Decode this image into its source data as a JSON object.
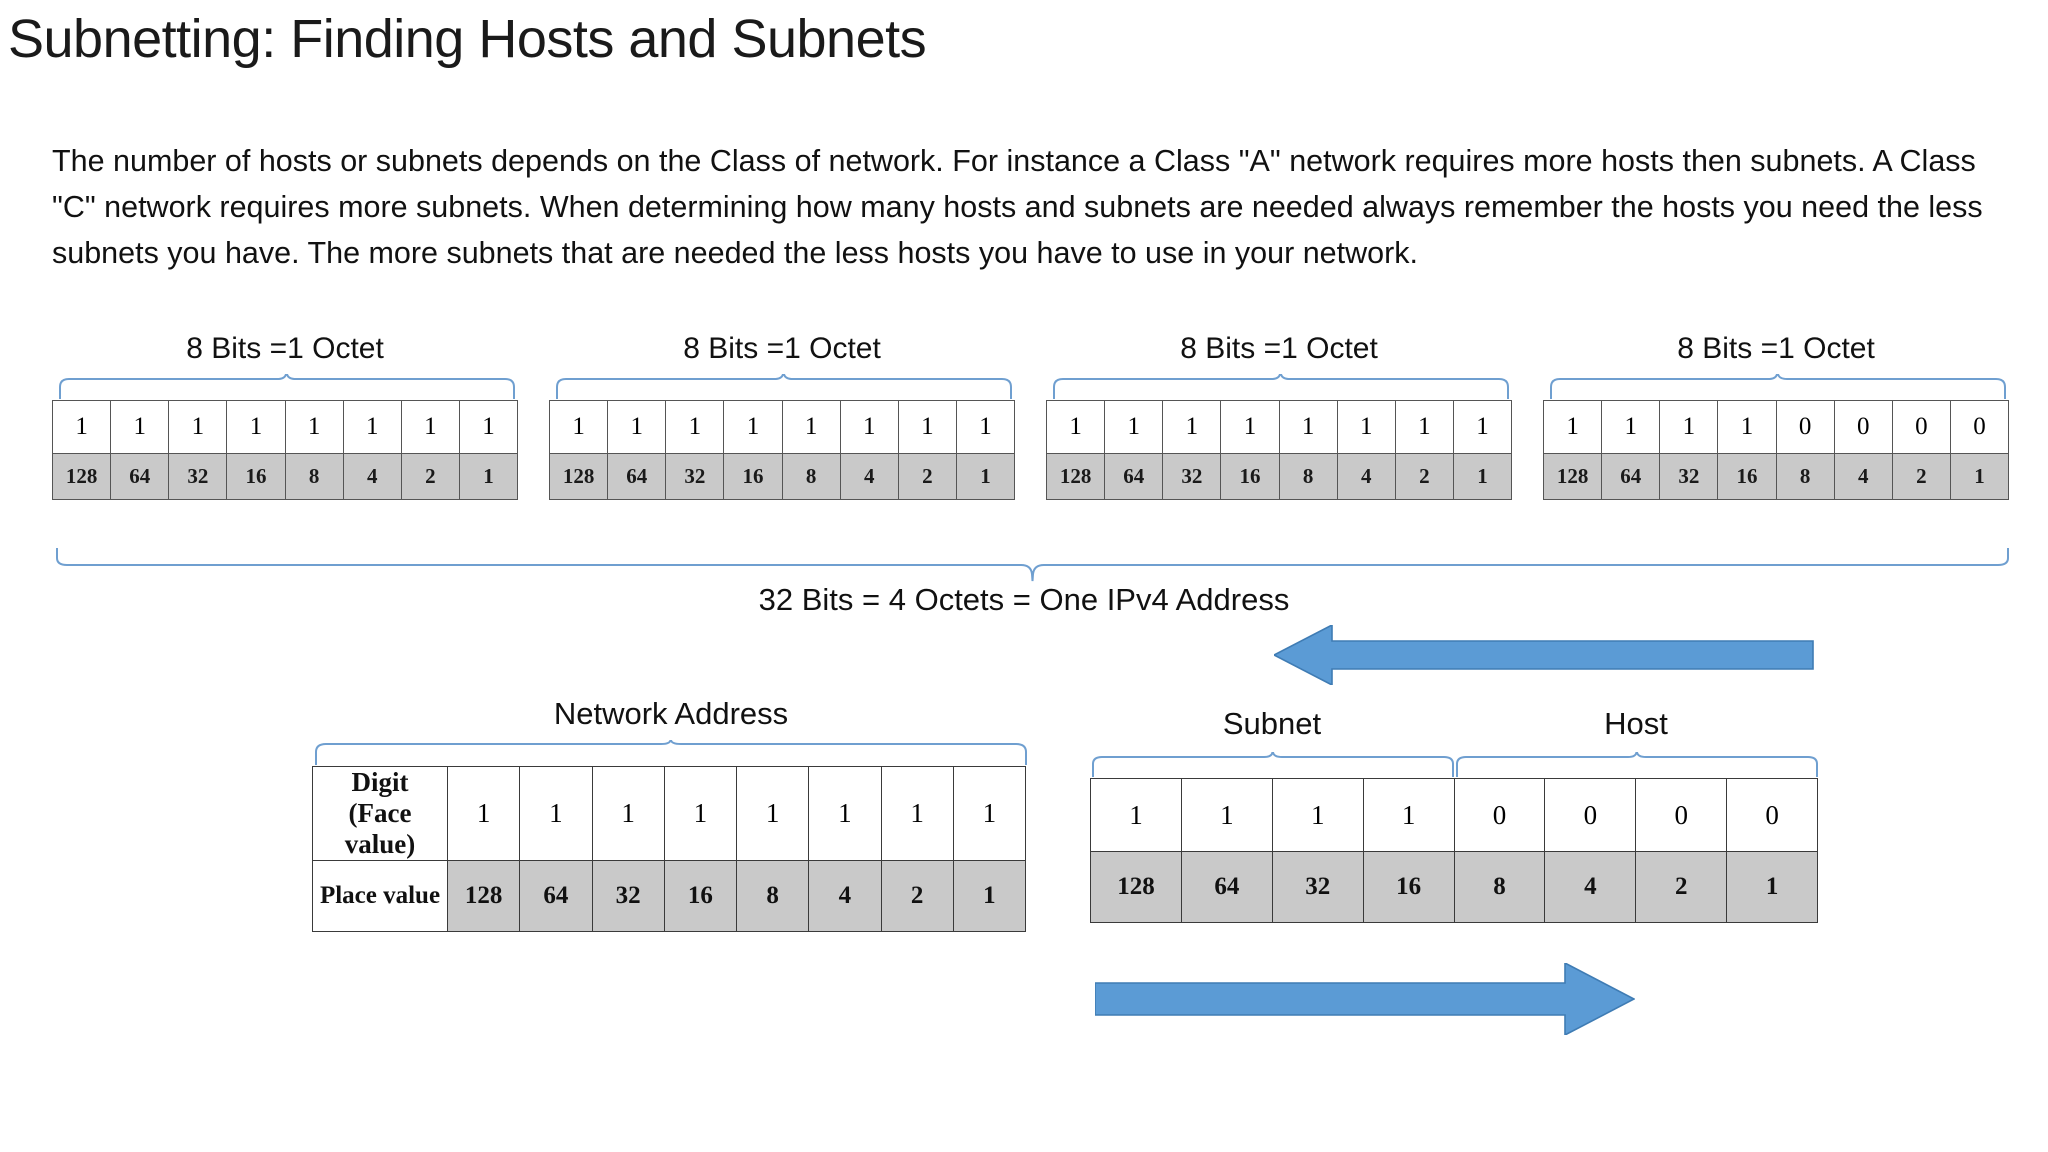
{
  "slide": {
    "title": "Subnetting: Finding Hosts and Subnets",
    "paragraph": "The number of hosts or subnets depends on the Class of network. For instance a Class \"A\" network requires more hosts then subnets. A Class \"C\" network requires more subnets. When determining how many hosts and subnets are needed always remember the hosts you need the less subnets you have. The more subnets that are needed the less hosts you have to use in your network."
  },
  "octets": {
    "caption": "8 Bits =1 Octet",
    "place_values": [
      "128",
      "64",
      "32",
      "16",
      "8",
      "4",
      "2",
      "1"
    ],
    "groups": [
      {
        "label": "octet-1",
        "digits": [
          "1",
          "1",
          "1",
          "1",
          "1",
          "1",
          "1",
          "1"
        ]
      },
      {
        "label": "octet-2",
        "digits": [
          "1",
          "1",
          "1",
          "1",
          "1",
          "1",
          "1",
          "1"
        ]
      },
      {
        "label": "octet-3",
        "digits": [
          "1",
          "1",
          "1",
          "1",
          "1",
          "1",
          "1",
          "1"
        ]
      },
      {
        "label": "octet-4",
        "digits": [
          "1",
          "1",
          "1",
          "1",
          "0",
          "0",
          "0",
          "0"
        ]
      }
    ],
    "address_caption": "32 Bits = 4 Octets = One IPv4 Address"
  },
  "lower": {
    "network_label": "Network Address",
    "subnet_label": "Subnet",
    "host_label": "Host",
    "row_header_digit": "Digit\n(Face value)",
    "row_header_digit_line1": "Digit",
    "row_header_digit_line2": "(Face value)",
    "row_header_place": "Place value",
    "network_table": {
      "digits": [
        "1",
        "1",
        "1",
        "1",
        "1",
        "1",
        "1",
        "1"
      ],
      "place_values": [
        "128",
        "64",
        "32",
        "16",
        "8",
        "4",
        "2",
        "1"
      ]
    },
    "subnet_host_table": {
      "digits": [
        "1",
        "1",
        "1",
        "1",
        "0",
        "0",
        "0",
        "0"
      ],
      "place_values": [
        "128",
        "64",
        "32",
        "16",
        "8",
        "4",
        "2",
        "1"
      ]
    }
  },
  "arrows": {
    "top_arrow_direction": "left",
    "bottom_arrow_direction": "right"
  },
  "colors": {
    "arrow_fill": "#5B9BD5",
    "arrow_stroke": "#3F7CB4",
    "brace_stroke": "#6F9FD0",
    "cell_gray": "#c9c9c9",
    "cell_border": "#555555"
  }
}
